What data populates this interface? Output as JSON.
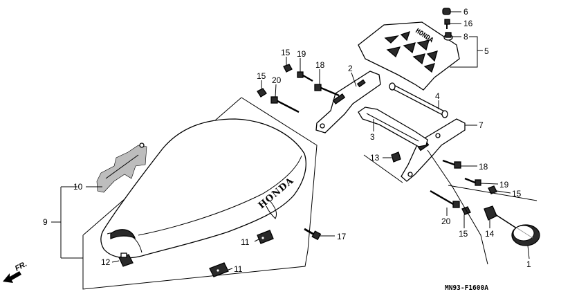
{
  "diagram": {
    "drawing_code": "MN93-F1600A",
    "direction_label": "FR.",
    "brand_text": "HONDA",
    "callouts": {
      "c1": "1",
      "c2": "2",
      "c3": "3",
      "c4": "4",
      "c5": "5",
      "c6": "6",
      "c7": "7",
      "c8": "8",
      "c9": "9",
      "c10": "10",
      "c11a": "11",
      "c11b": "11",
      "c12": "12",
      "c13": "13",
      "c14": "14",
      "c15a": "15",
      "c15b": "15",
      "c15c": "15",
      "c15d": "15",
      "c16": "16",
      "c17": "17",
      "c18a": "18",
      "c18b": "18",
      "c19a": "19",
      "c19b": "19",
      "c20a": "20",
      "c20b": "20"
    }
  }
}
